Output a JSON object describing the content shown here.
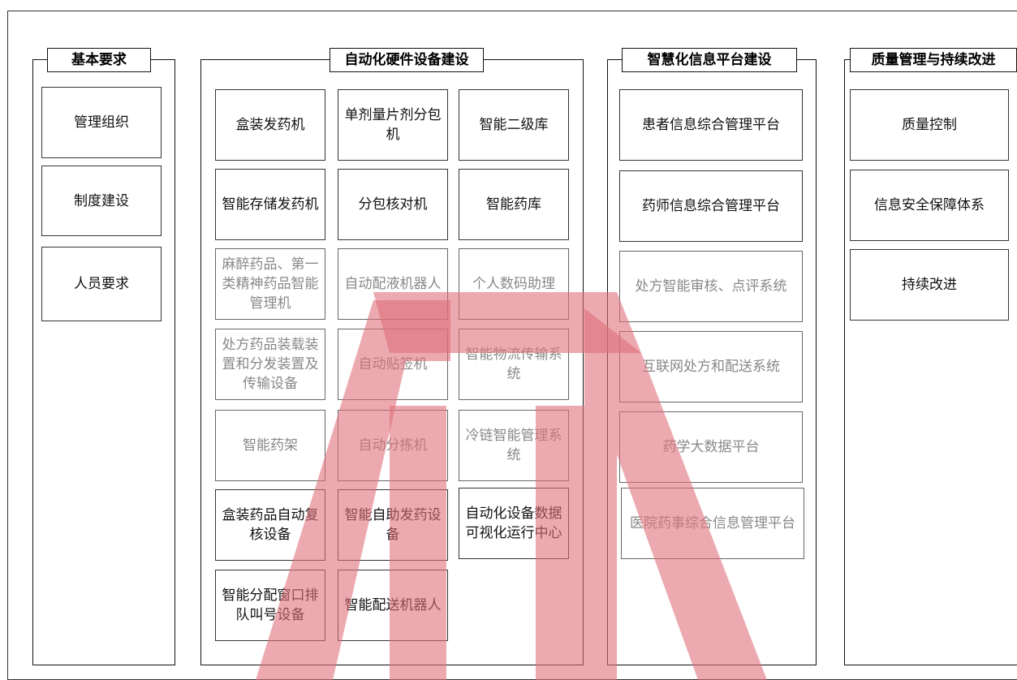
{
  "columns": [
    {
      "title": "基本要求",
      "items": [
        "管理组织",
        "制度建设",
        "人员要求"
      ]
    },
    {
      "title": "自动化硬件设备建设",
      "items": [
        "盒装发药机",
        "单剂量片剂分包机",
        "智能二级库",
        "智能存储发药机",
        "分包核对机",
        "智能药库",
        "麻醉药品、第一类精神药品智能管理机",
        "自动配液机器人",
        "个人数码助理",
        "处方药品装载装置和分发装置及传输设备",
        "自动贴签机",
        "智能物流传输系统",
        "智能药架",
        "自动分拣机",
        "冷链智能管理系统",
        "盒装药品自动复核设备",
        "智能自助发药设备",
        "自动化设备数据可视化运行中心",
        "智能分配窗口排队叫号设备",
        "智能配送机器人"
      ]
    },
    {
      "title": "智慧化信息平台建设",
      "items": [
        "患者信息综合管理平台",
        "药师信息综合管理平台",
        "处方智能审核、点评系统",
        "互联网处方和配送系统",
        "药学大数据平台",
        "医院药事综合信息管理平台"
      ]
    },
    {
      "title": "质量管理与持续改进",
      "items": [
        "质量控制",
        "信息安全保障体系",
        "持续改进"
      ]
    }
  ],
  "watermark": {
    "color": "#e0707a"
  }
}
